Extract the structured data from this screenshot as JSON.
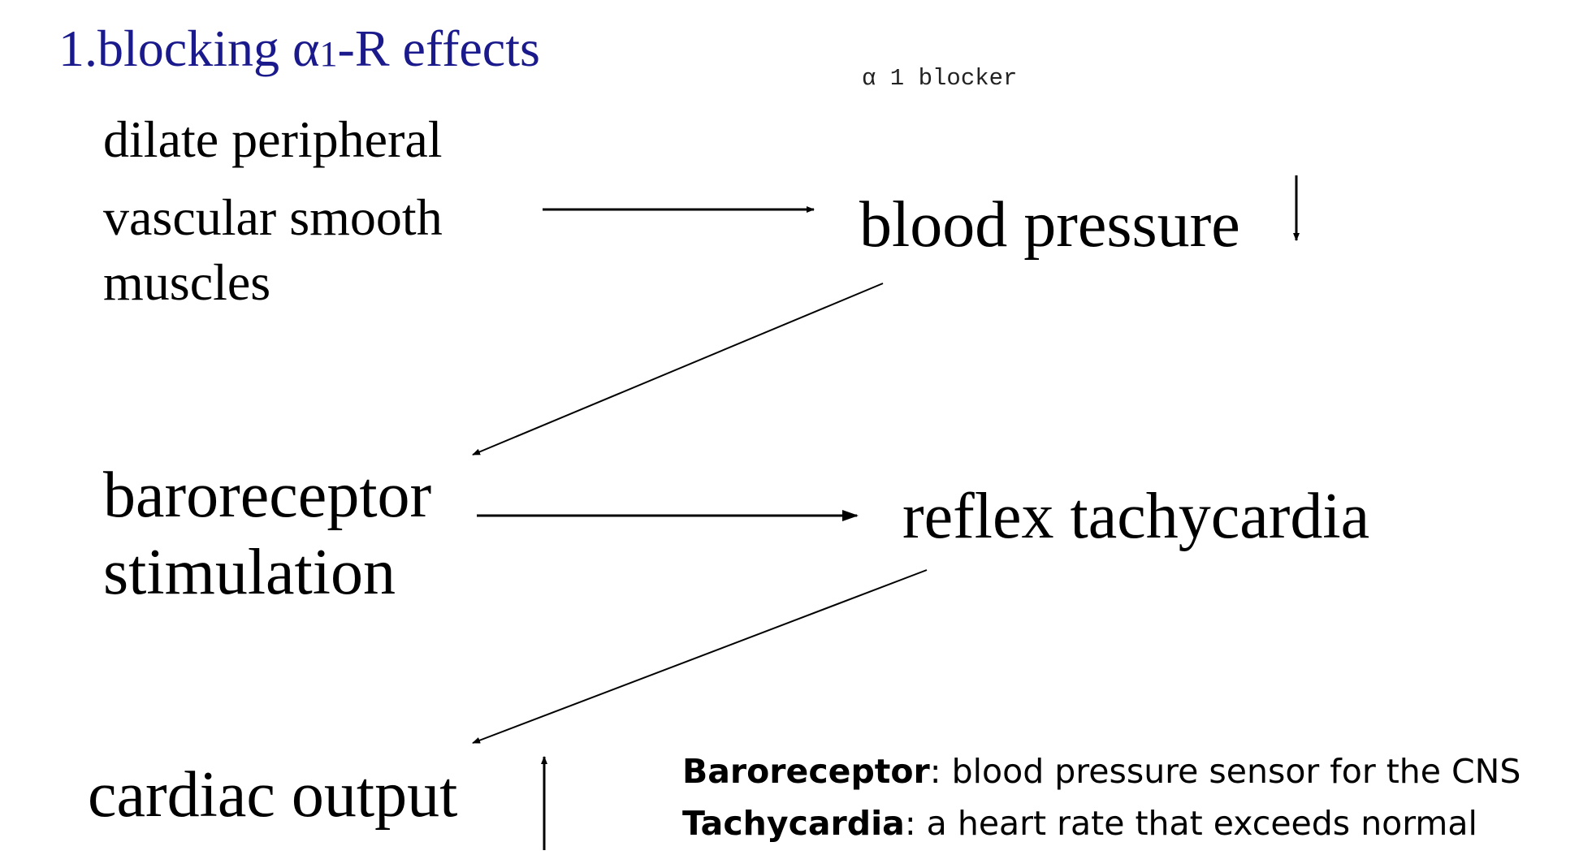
{
  "title": {
    "prefix": "1.blocking α",
    "subscript": "1",
    "suffix": "-R effects"
  },
  "drug_label": "α 1 blocker",
  "cause": {
    "lines": [
      "dilate peripheral",
      "vascular smooth",
      "muscles"
    ]
  },
  "nodes": {
    "blood_pressure": "blood pressure",
    "baroreceptor_line1": "baroreceptor",
    "baroreceptor_line2": "stimulation",
    "reflex_tachycardia": "reflex tachycardia",
    "cardiac_output": "cardiac output"
  },
  "notes": [
    {
      "term": "Baroreceptor",
      "definition": ": blood pressure sensor for the CNS"
    },
    {
      "term": "Tachycardia",
      "definition": ": a heart rate that exceeds normal"
    }
  ],
  "colors": {
    "title": "#1a1a8c",
    "text": "#000000",
    "arrows": "#000000"
  }
}
